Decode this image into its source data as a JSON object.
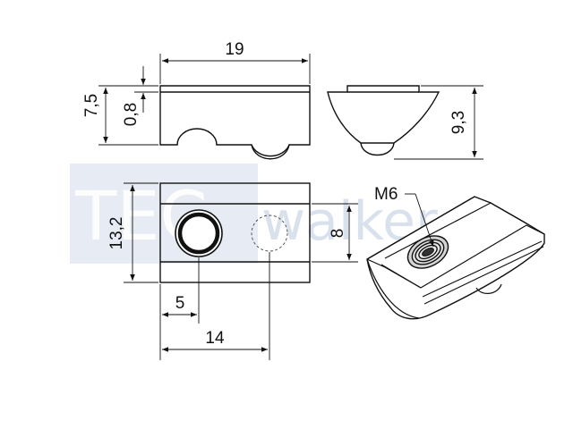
{
  "watermark": {
    "text_left": "TEC",
    "text_right": "walker",
    "color": "#b9c9df"
  },
  "colors": {
    "line": "#111111",
    "background": "#ffffff"
  },
  "dimensions": {
    "side_width": "19",
    "height_total": "7,5",
    "lip_thickness": "0,8",
    "end_height": "9,3",
    "top_width": "13,2",
    "slot_height": "8",
    "hole_offset": "5",
    "hole_spacing": "14"
  },
  "thread_label": "M6"
}
